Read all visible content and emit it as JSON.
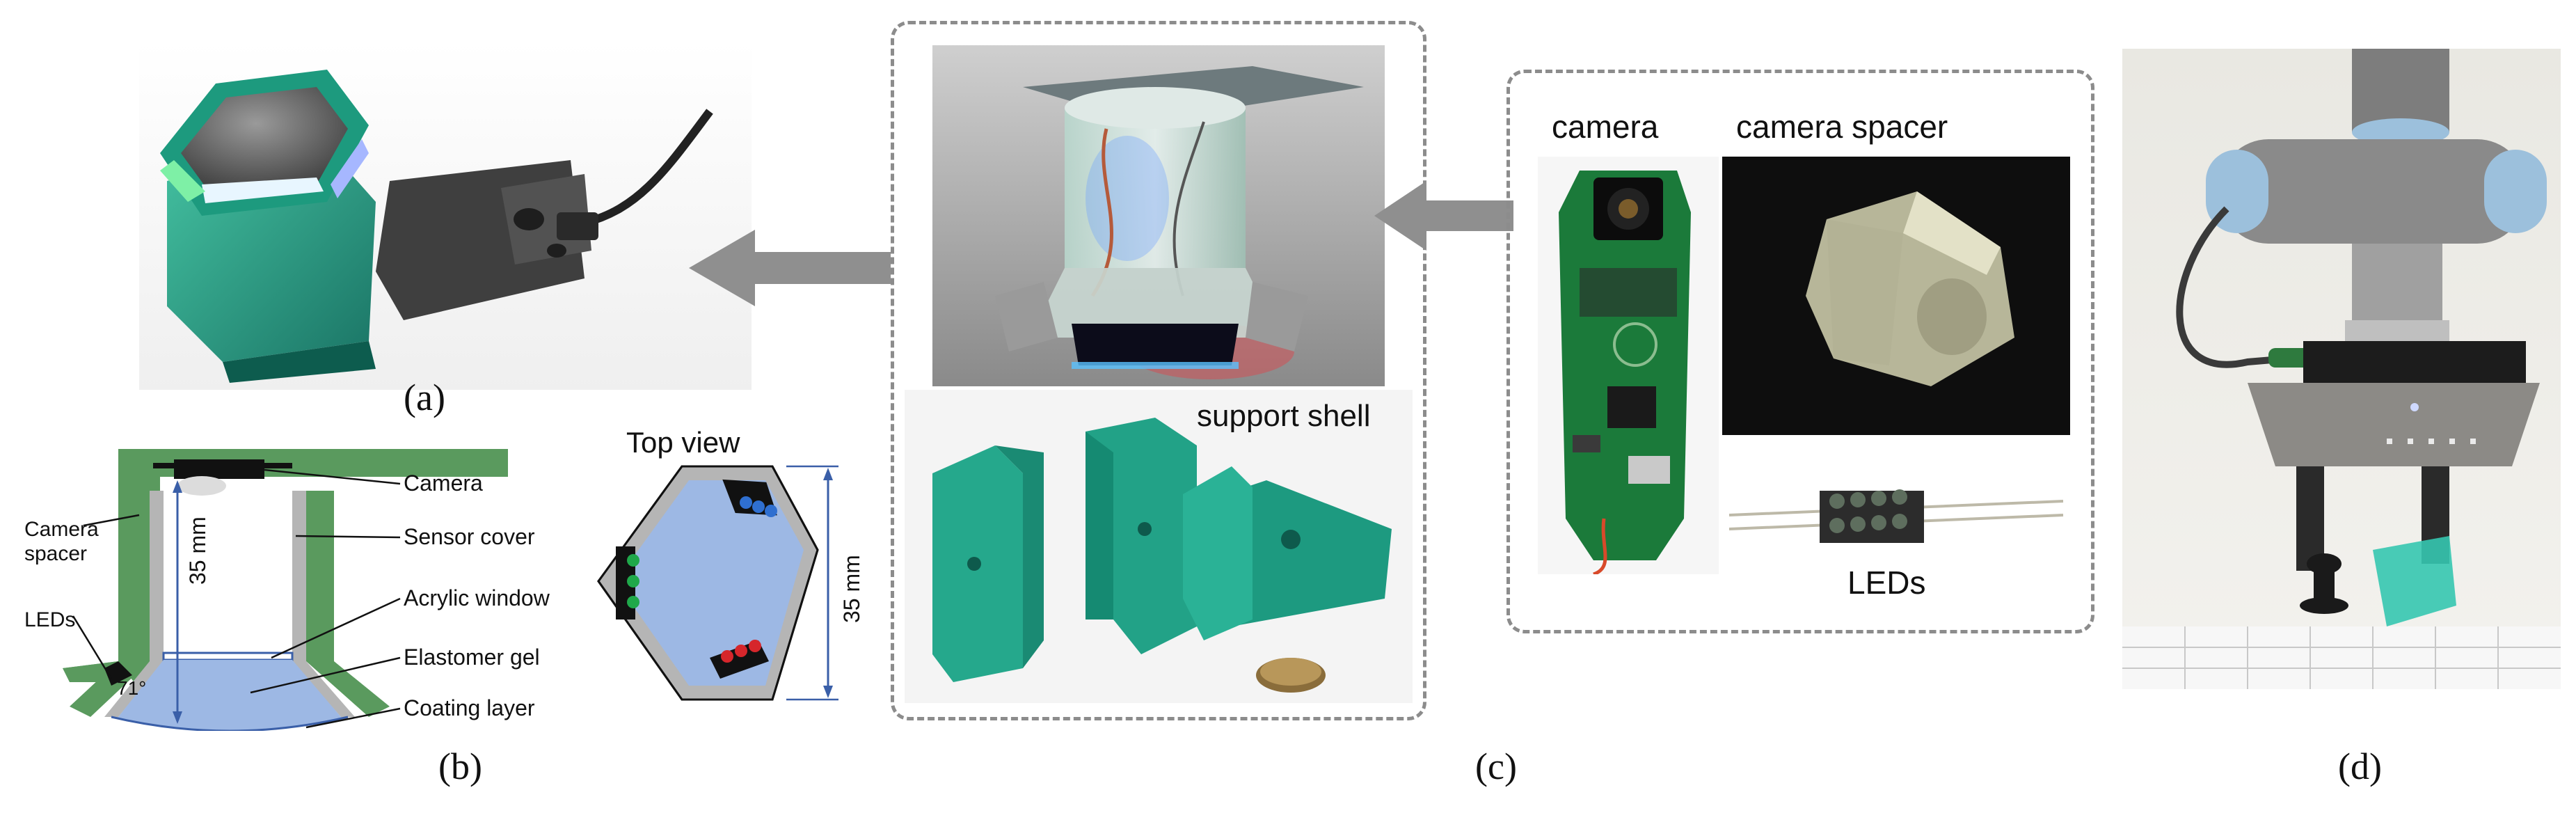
{
  "panels": {
    "a": {
      "label": "(a)"
    },
    "b": {
      "label": "(b)",
      "annotations": {
        "camera": "Camera",
        "camera_spacer_line1": "Camera",
        "camera_spacer_line2": "spacer",
        "sensor_cover": "Sensor cover",
        "acrylic_window": "Acrylic window",
        "leds": "LEDs",
        "elastomer_gel": "Elastomer gel",
        "coating_layer": "Coating layer",
        "height": "35 mm",
        "angle": "71°"
      },
      "top_view": {
        "title": "Top view",
        "width": "35 mm"
      }
    },
    "c": {
      "label": "(c)",
      "support_shell": "support shell",
      "camera": "camera",
      "camera_spacer": "camera spacer",
      "leds": "LEDs"
    },
    "d": {
      "label": "(d)"
    }
  },
  "colors": {
    "arrow": "#8f8f8f",
    "dashed_border": "#8c8c8c",
    "cover_green": "#5a9a5e",
    "spacer_gray": "#b5b5b5",
    "gel_blue": "#9db8e4",
    "resin_teal": "#1f9e86",
    "pcb_green": "#1b7a3a",
    "robot_blue": "#9cc0dc",
    "led_red": "#d6262b",
    "led_blue": "#2f6fd0"
  },
  "icons": [
    "arrow-left-icon"
  ]
}
